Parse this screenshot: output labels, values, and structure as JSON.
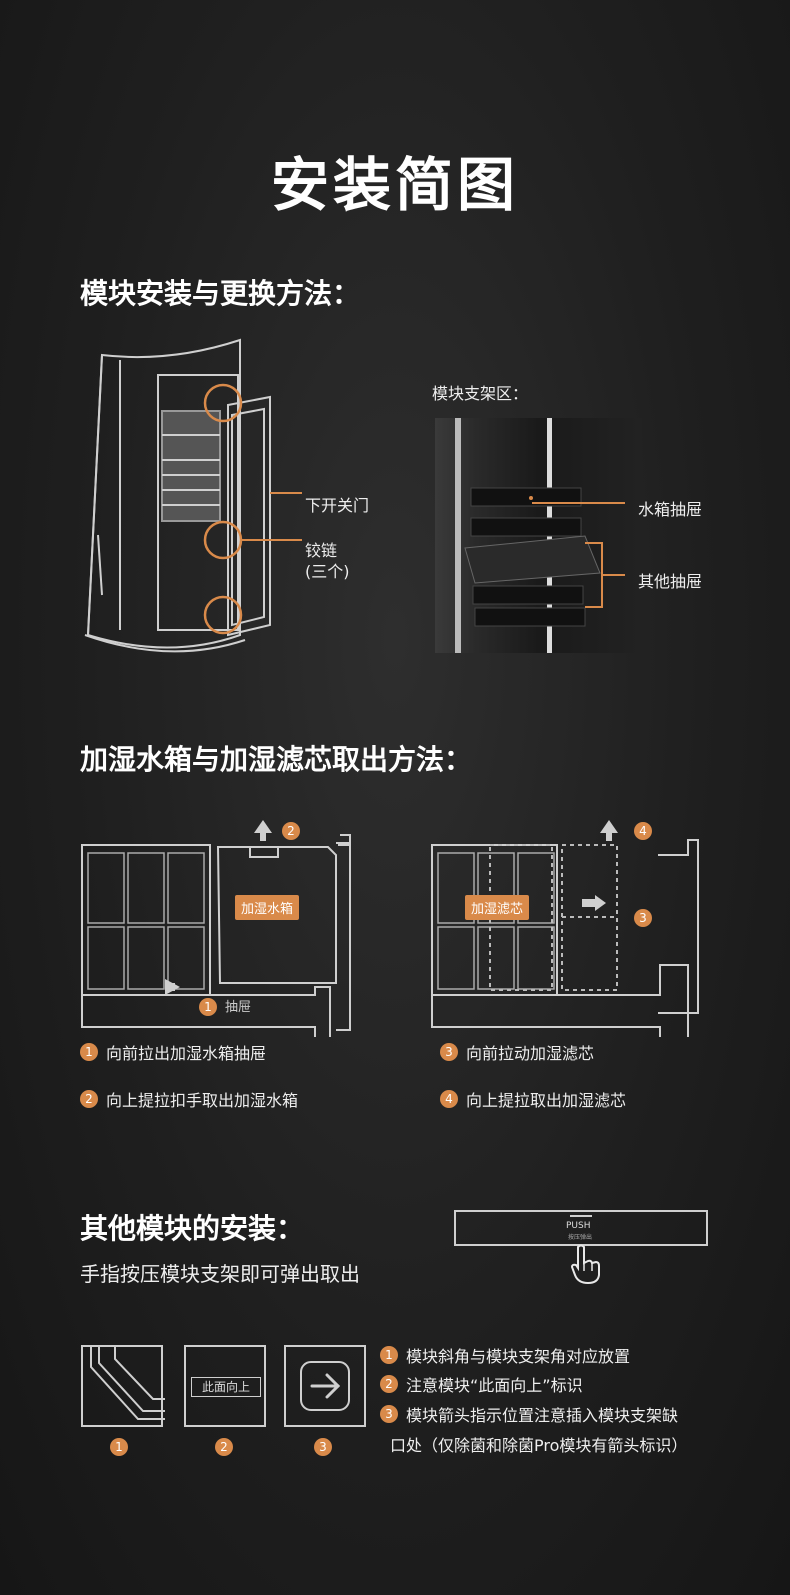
{
  "title": "安装简图",
  "section1": {
    "heading": "模块安装与更换方法：",
    "door_label": "下开关门",
    "hinge_label_1": "铰链",
    "hinge_label_2": "(三个)",
    "rack_title": "模块支架区：",
    "water_drawer": "水箱抽屉",
    "other_drawer": "其他抽屉"
  },
  "section2": {
    "heading": "加湿水箱与加湿滤芯取出方法：",
    "tank_tag": "加湿水箱",
    "filter_tag": "加湿滤芯",
    "drawer_label": "抽屉",
    "steps": [
      {
        "num": "1",
        "text": "向前拉出加湿水箱抽屉"
      },
      {
        "num": "2",
        "text": "向上提拉扣手取出加湿水箱"
      },
      {
        "num": "3",
        "text": "向前拉动加湿滤芯"
      },
      {
        "num": "4",
        "text": "向上提拉取出加湿滤芯"
      }
    ]
  },
  "section3": {
    "heading": "其他模块的安装：",
    "subheading": "手指按压模块支架即可弹出取出",
    "push_label": "PUSH",
    "push_sub": "按压弹出",
    "face_up_label": "此面向上",
    "fig_nums": [
      "1",
      "2",
      "3"
    ],
    "notes": [
      {
        "num": "1",
        "text": "模块斜角与模块支架角对应放置"
      },
      {
        "num": "2",
        "text": "注意模块“此面向上”标识"
      },
      {
        "num": "3",
        "text": "模块箭头指示位置注意插入模块支架缺"
      }
    ],
    "note3_cont": "口处（仅除菌和除菌Pro模块有箭头标识）"
  },
  "colors": {
    "accent": "#d98a4a",
    "background": "#1f1f1f",
    "line": "#cfcfcf"
  }
}
